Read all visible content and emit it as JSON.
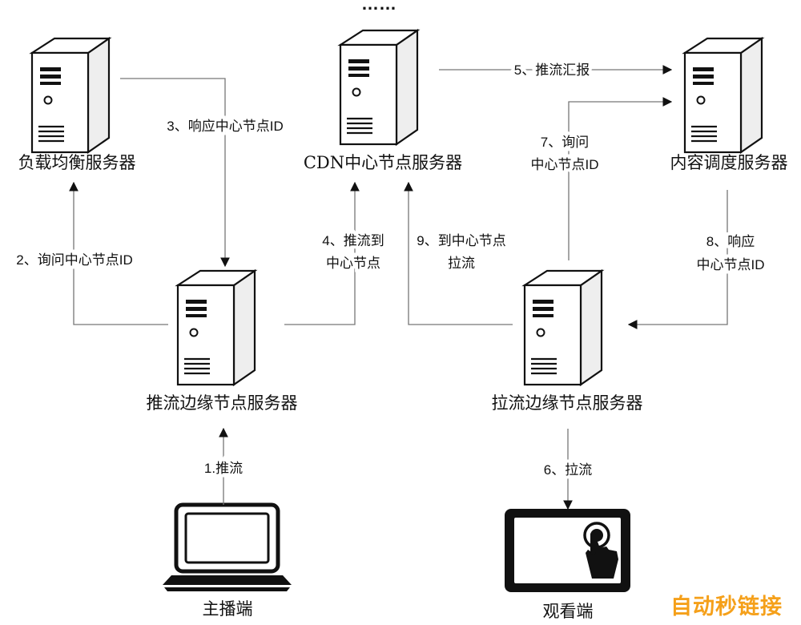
{
  "top_ellipsis": "……",
  "nodes": {
    "load_balancer": "负载均衡服务器",
    "cdn_center": "CDN中心节点服务器",
    "scheduler": "内容调度服务器",
    "push_edge": "推流边缘节点服务器",
    "pull_edge": "拉流边缘节点服务器",
    "broadcaster": "主播端",
    "viewer": "观看端"
  },
  "edges": {
    "e1": [
      "1.推流"
    ],
    "e2": [
      "2、询问中心节点ID"
    ],
    "e3": [
      "3、响应中心节点ID"
    ],
    "e4": [
      "4、推流到",
      "中心节点"
    ],
    "e5": [
      "5、推流汇报"
    ],
    "e6": [
      "6、拉流"
    ],
    "e7": [
      "7、询问",
      "中心节点ID"
    ],
    "e8": [
      "8、响应",
      "中心节点ID"
    ],
    "e9": [
      "9、到中心节点",
      "拉流"
    ]
  },
  "watermark": "自动秒链接",
  "icons": {
    "server": "server-tower-icon",
    "broadcaster": "laptop-icon",
    "viewer": "tablet-touch-icon"
  },
  "colors": {
    "line": "#777777",
    "text": "#111111",
    "watermark": "#f5a01a"
  }
}
